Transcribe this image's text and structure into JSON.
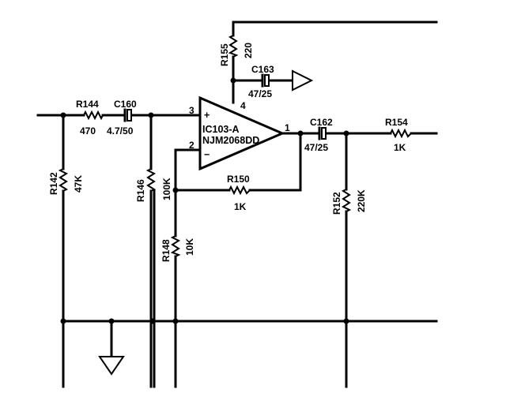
{
  "components": {
    "R144": {
      "ref": "R144",
      "value": "470"
    },
    "C160": {
      "ref": "C160",
      "value": "4.7/50"
    },
    "R142": {
      "ref": "R142",
      "value": "47K"
    },
    "R146": {
      "ref": "R146",
      "value": "100K"
    },
    "R148": {
      "ref": "R148",
      "value": "10K"
    },
    "R150": {
      "ref": "R150",
      "value": "1K"
    },
    "R155": {
      "ref": "R155",
      "value": "220"
    },
    "C163": {
      "ref": "C163",
      "value": "47/25"
    },
    "C162": {
      "ref": "C162",
      "value": "47/25"
    },
    "R154": {
      "ref": "R154",
      "value": "1K"
    },
    "R152": {
      "ref": "R152",
      "value": "220K"
    }
  },
  "opamp": {
    "ref": "IC103-A",
    "part": "NJM2068DD",
    "plus_sign": "+",
    "minus_sign": "−",
    "pin_in_plus": "3",
    "pin_in_minus": "2",
    "pin_out": "1",
    "pin_supply": "4"
  }
}
